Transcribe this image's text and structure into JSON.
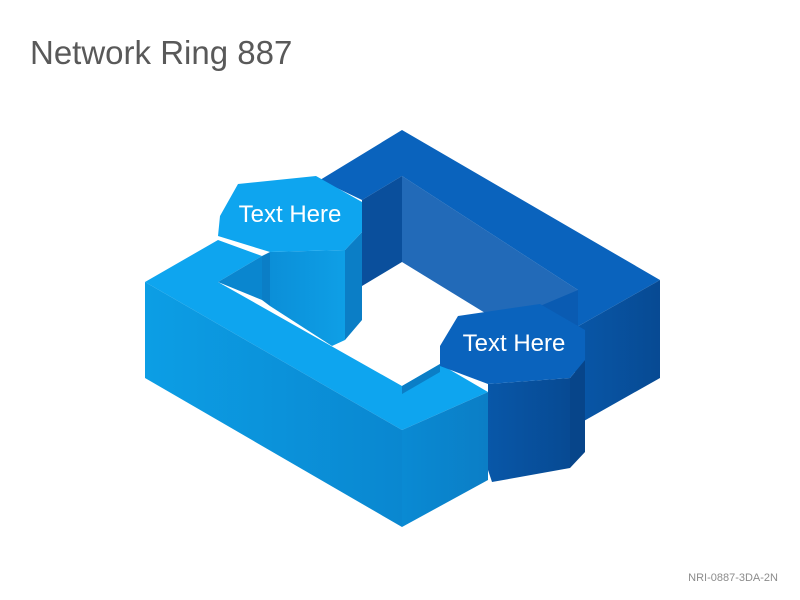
{
  "slide": {
    "title": "Network Ring 887",
    "code": "NRI-0887-3DA-2N"
  },
  "diagram": {
    "segments": [
      {
        "label": "Text Here",
        "color": "#0ea5ef",
        "color_dark": "#0a86cf"
      },
      {
        "label": "Text Here",
        "color": "#0a63bd",
        "color_dark": "#084d9a"
      }
    ]
  }
}
